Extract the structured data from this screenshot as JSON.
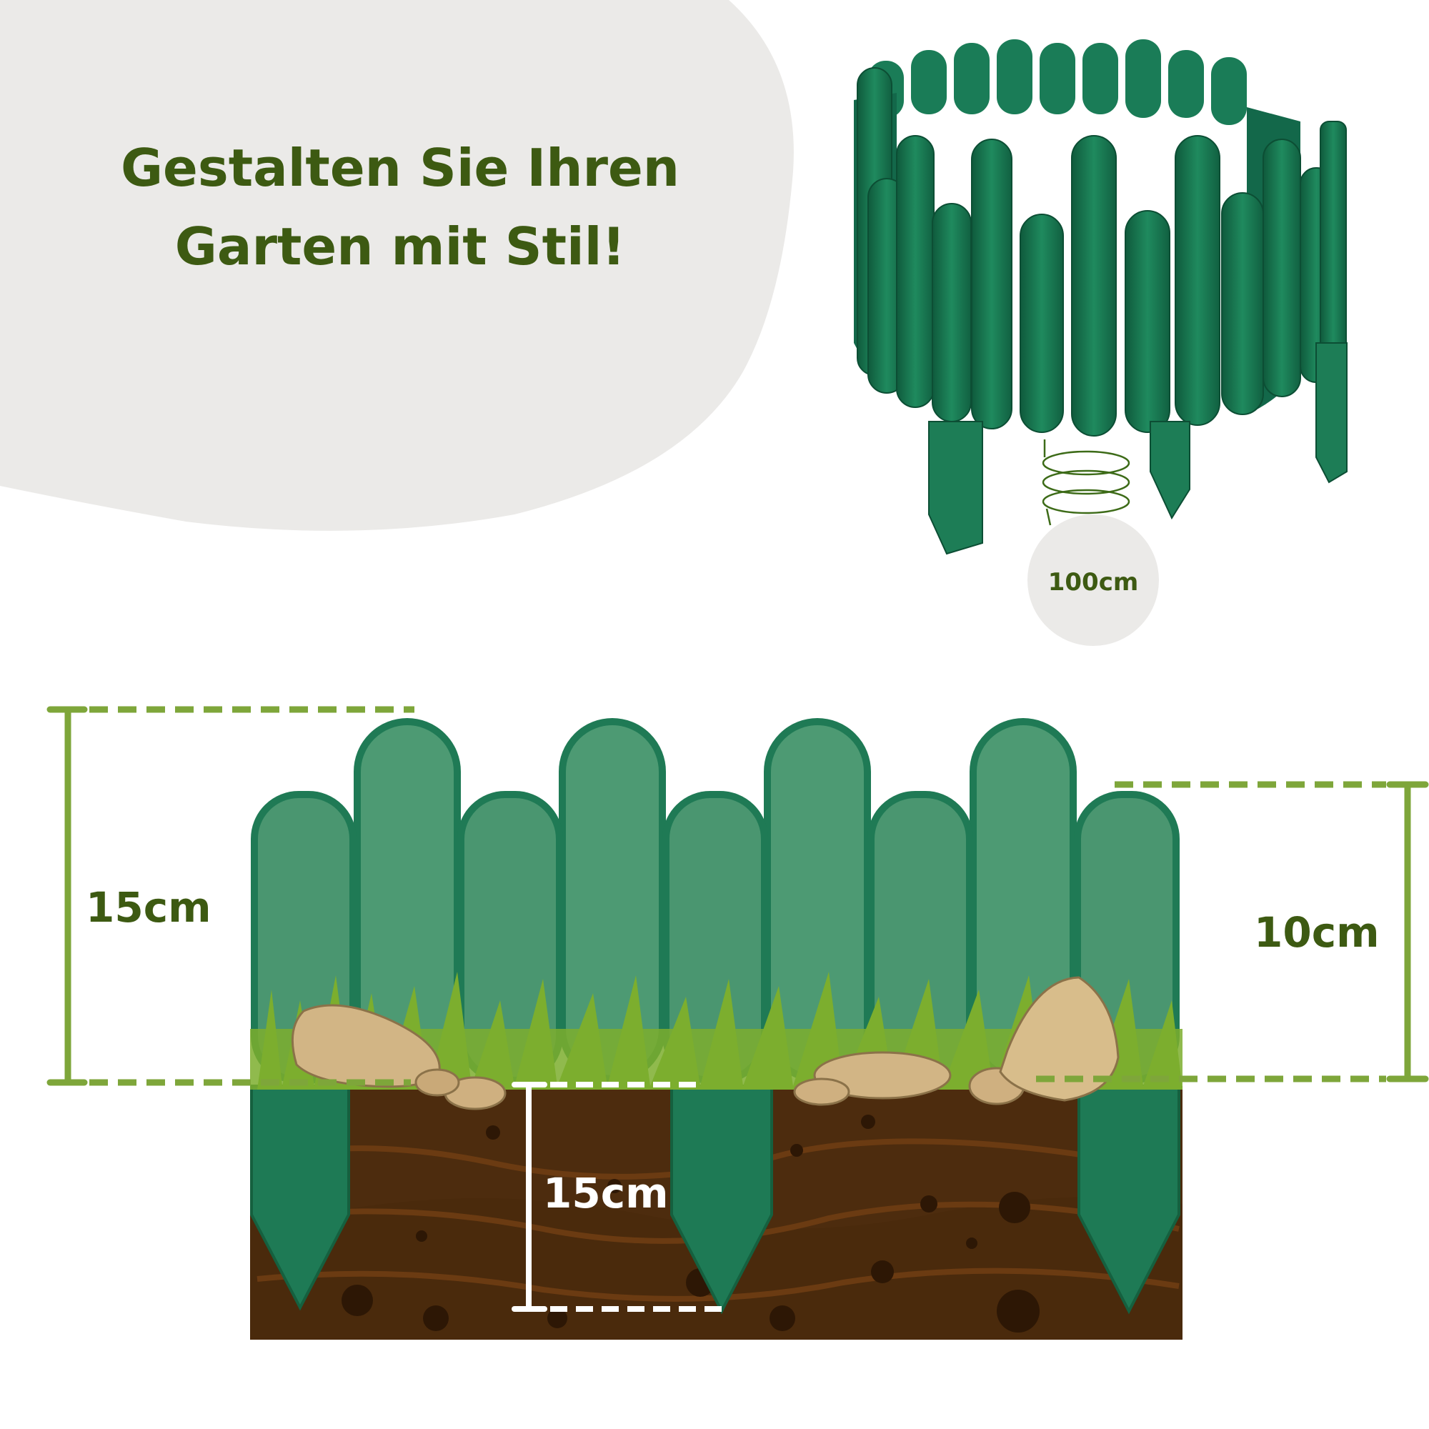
{
  "headline": {
    "line1": "Gestalten Sie Ihren",
    "line2": "Garten mit Stil!"
  },
  "diameter_label": "100cm",
  "dimensions": {
    "total_height": "15cm",
    "ground_depth": "15cm",
    "short_picket_height": "10cm"
  },
  "colors": {
    "headline_text": "#3d5a12",
    "blob_bg": "#ebeae8",
    "fence_green": "#1f7a55",
    "picket_fill": "#4d9a73",
    "dimension_line": "#7ea63a",
    "soil": "#4a2a0c",
    "grass": "#7cae2e"
  },
  "icons": [
    "round-fence-illustration",
    "spring-icon",
    "fence-cross-section-illustration",
    "stone-icon"
  ]
}
